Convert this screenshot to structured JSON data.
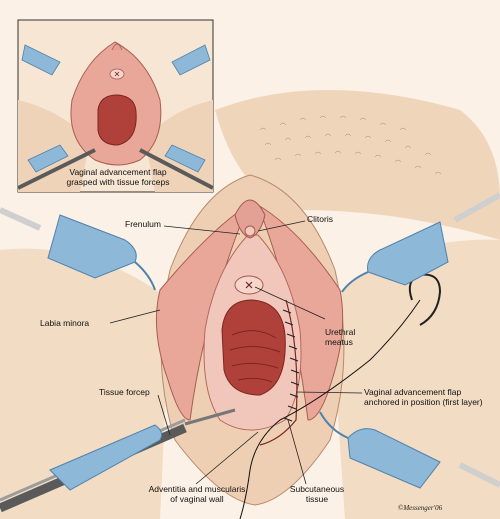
{
  "labels": {
    "inset_caption_line1": "Vaginal advancement flap",
    "inset_caption_line2": "grasped with tissue forceps",
    "frenulum": "Frenulum",
    "clitoris": "Clitoris",
    "labia_minora": "Labia minora",
    "urethral_meatus_line1": "Urethral",
    "urethral_meatus_line2": "meatus",
    "tissue_forcep": "Tissue forcep",
    "flap_anchored_line1": "Vaginal advancement flap",
    "flap_anchored_line2": "anchored in position (first layer)",
    "adventitia_line1": "Adventitia and muscularis",
    "adventitia_line2": "of vaginal wall",
    "subcutaneous_line1": "Subcutaneous",
    "subcutaneous_line2": "tissue"
  },
  "signature": "©Messenger'06",
  "colors": {
    "skin": "#f3dcc2",
    "skin_shade": "#e6c4a0",
    "tissue": "#e8a99a",
    "tissue_dark": "#c2574e",
    "vaginal_lumen": "#a8352f",
    "retractor_blue": "#8db8d8",
    "retractor_dark": "#4f82ad",
    "forcep_gray": "#7c7c7c",
    "leader_line": "#222222"
  }
}
